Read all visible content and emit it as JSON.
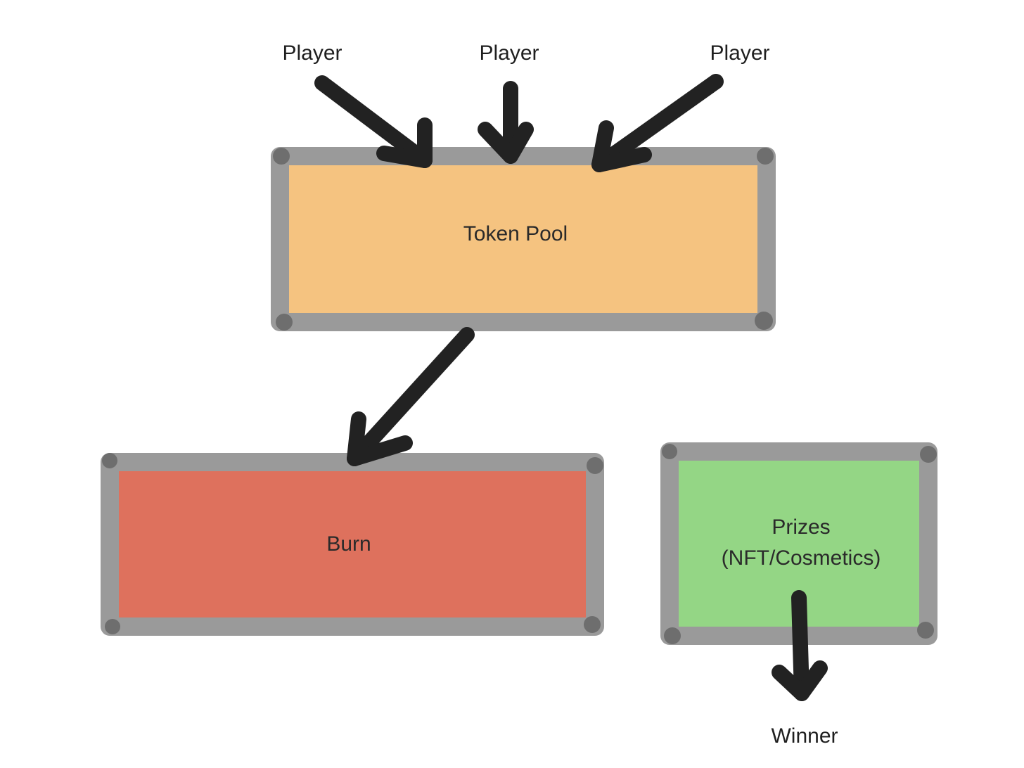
{
  "players": [
    {
      "label": "Player"
    },
    {
      "label": "Player"
    },
    {
      "label": "Player"
    }
  ],
  "boxes": {
    "token_pool": {
      "label": "Token Pool",
      "fill": "#f5c07a"
    },
    "burn": {
      "label": "Burn",
      "fill": "#dd6b55"
    },
    "prizes": {
      "line1": "Prizes",
      "line2": "(NFT/Cosmetics)",
      "fill": "#8fd47f"
    }
  },
  "winner": {
    "label": "Winner"
  },
  "colors": {
    "border": "#9a9a9a",
    "arrow": "#222222"
  }
}
